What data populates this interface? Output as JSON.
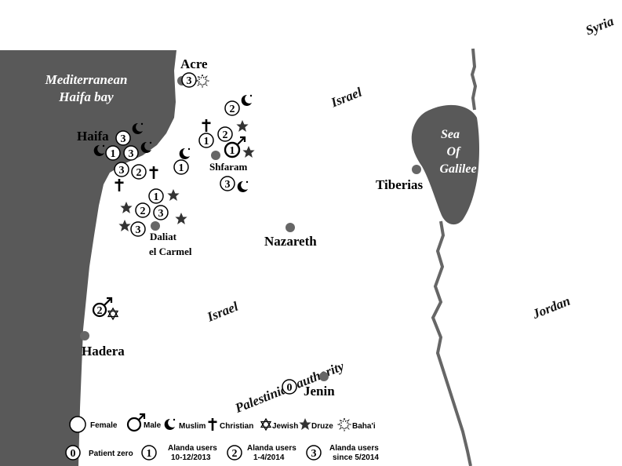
{
  "regions": {
    "syria": "Syria",
    "israel_north": "Israel",
    "israel_south": "Israel",
    "palestinian_authority": "Palestinian authority",
    "jordan": "Jordan"
  },
  "water": {
    "sea_line1": "Mediterranean",
    "sea_line2": "Haifa bay",
    "galilee_line1": "Sea",
    "galilee_line2": "Of",
    "galilee_line3": "Galilee"
  },
  "cities": {
    "acre": "Acre",
    "haifa": "Haifa",
    "shfaram": "Shfaram",
    "tiberias": "Tiberias",
    "daliat_line1": "Daliat",
    "daliat_line2": "el Carmel",
    "nazareth": "Nazareth",
    "hadera": "Hadera",
    "jenin": "Jenin"
  },
  "markers": {
    "acre_3": "3",
    "haifa_top_3": "3",
    "haifa_1": "1",
    "haifa_mid_3": "3",
    "haifa_low_3": "3",
    "haifa_2": "2",
    "east_haifa_1": "1",
    "shf_top_2": "2",
    "shf_left_1": "1",
    "shf_mid_2": "2",
    "shf_center_1": "1",
    "shf_bottom_3": "3",
    "dal_1": "1",
    "dal_2": "2",
    "dal_3": "3",
    "dal_low_3": "3",
    "hadera_2": "2",
    "jenin_0": "0"
  },
  "legend": {
    "female": "Female",
    "male": "Male",
    "muslim": "Muslim",
    "christian": "Christian",
    "jewish": "Jewish",
    "druze": "Druze",
    "bahai": "Baha'i",
    "zero_num": "0",
    "zero_label": "Patient zero",
    "one_num": "1",
    "one_label1": "Alanda users",
    "one_label2": "10-12/2013",
    "two_num": "2",
    "two_label1": "Alanda users",
    "two_label2": "1-4/2014",
    "three_num": "3",
    "three_label1": "Alanda users",
    "three_label2": "since 5/2014"
  },
  "colors": {
    "water": "#595959",
    "dot": "#666666",
    "river": "#666666"
  }
}
